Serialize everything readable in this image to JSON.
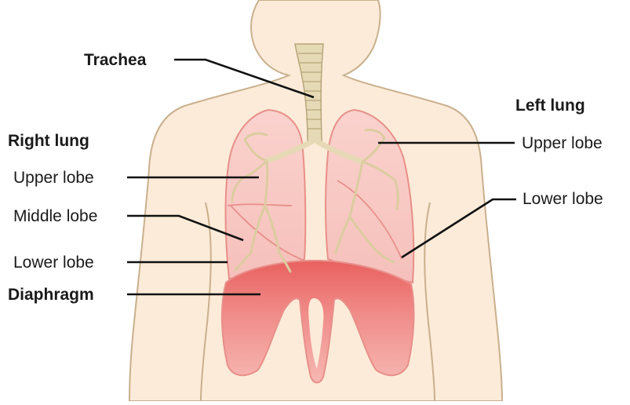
{
  "labels": {
    "trachea": "Trachea",
    "right_lung_title": "Right lung",
    "right_upper": "Upper lobe",
    "right_middle": "Middle lobe",
    "right_lower": "Lower lobe",
    "diaphragm": "Diaphragm",
    "left_lung_title": "Left lung",
    "left_upper": "Upper lobe",
    "left_lower": "Lower lobe"
  },
  "colors": {
    "skin_fill": "#fcebd9",
    "skin_outline": "#c9b08e",
    "lung_fill": "#f9c9c4",
    "lung_outline": "#e88f8a",
    "diaphragm_fill": "#ec7a78",
    "bronchi": "#e6d9b5",
    "leader_line": "#111111"
  }
}
